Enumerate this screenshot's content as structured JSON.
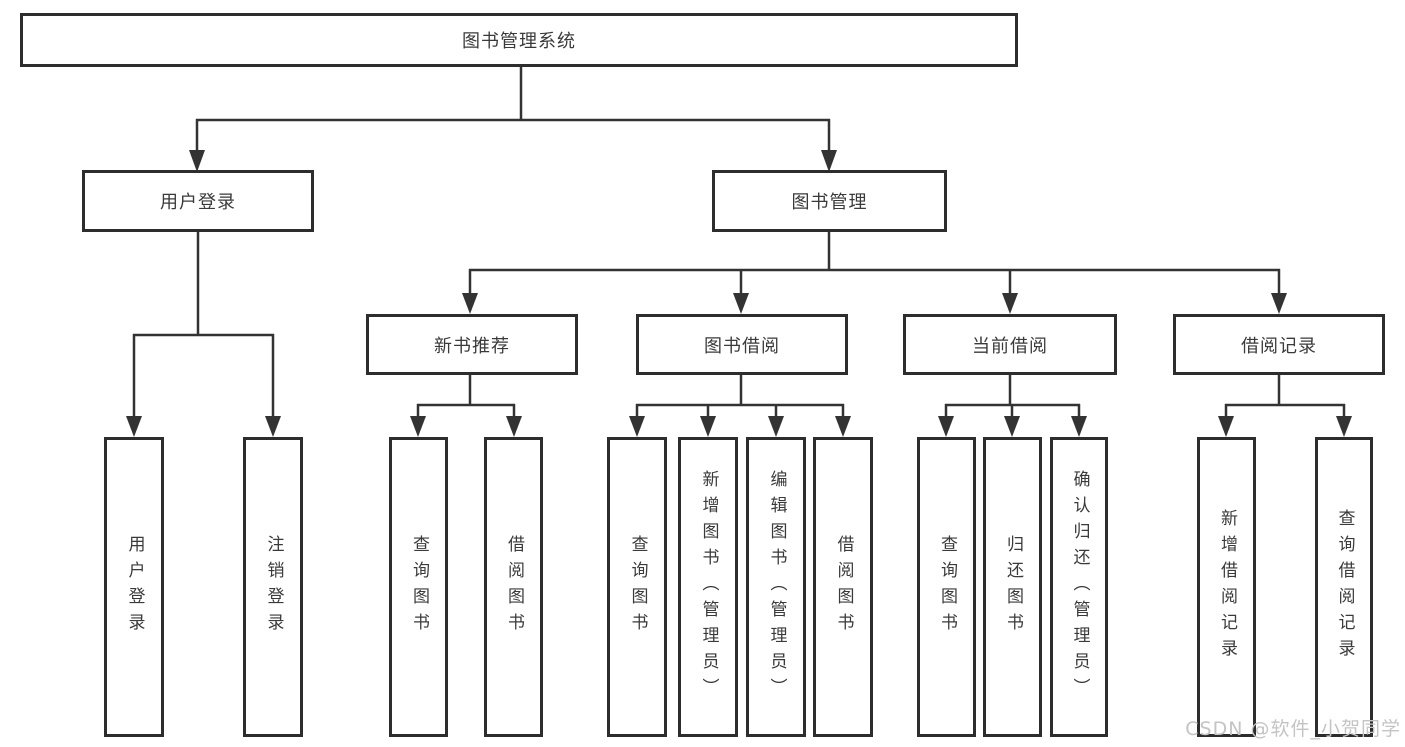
{
  "diagram": {
    "root": {
      "label": "图书管理系统"
    },
    "branches": [
      {
        "label": "用户登录",
        "children": [
          {
            "label": "用户登录"
          },
          {
            "label": "注销登录"
          }
        ]
      },
      {
        "label": "图书管理",
        "children": [
          {
            "label": "新书推荐",
            "children": [
              {
                "label": "查询图书"
              },
              {
                "label": "借阅图书"
              }
            ]
          },
          {
            "label": "图书借阅",
            "children": [
              {
                "label": "查询图书"
              },
              {
                "label": "新增图书（管理员）"
              },
              {
                "label": "编辑图书（管理员）"
              },
              {
                "label": "借阅图书"
              }
            ]
          },
          {
            "label": "当前借阅",
            "children": [
              {
                "label": "查询图书"
              },
              {
                "label": "归还图书"
              },
              {
                "label": "确认归还（管理员）"
              }
            ]
          },
          {
            "label": "借阅记录",
            "children": [
              {
                "label": "新增借阅记录"
              },
              {
                "label": "查询借阅记录"
              }
            ]
          }
        ]
      }
    ]
  },
  "watermark": {
    "text": "CSDN @软件_小贺同学"
  },
  "colors": {
    "box_border": "#2d2d2d",
    "connector_line": "#333333",
    "text": "#3a3a3a",
    "watermark": "#c4c4c4",
    "background": "#ffffff"
  }
}
